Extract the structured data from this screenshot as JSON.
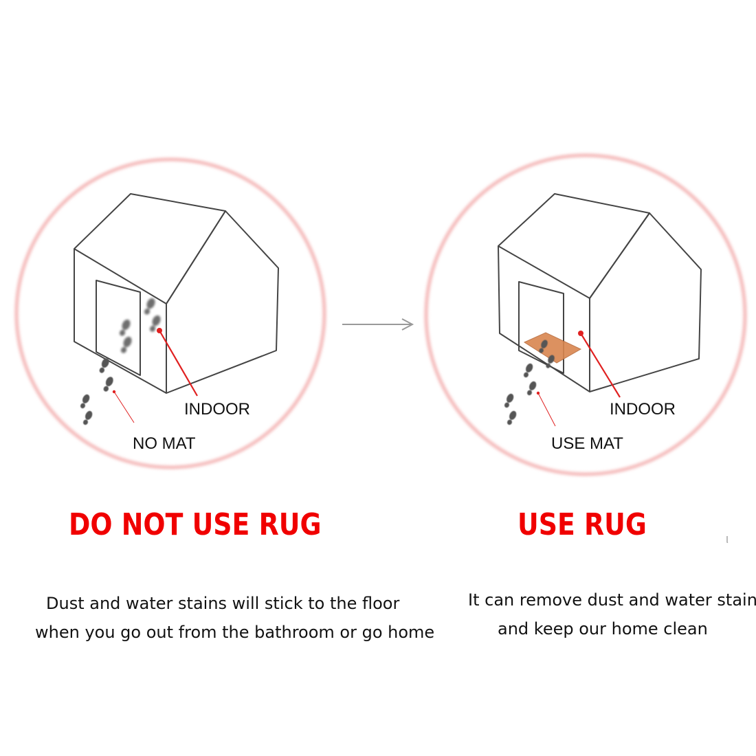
{
  "panels": {
    "left": {
      "indoor_label": "INDOOR",
      "mat_label": "NO MAT",
      "headline": "DO NOT USE RUG",
      "description": [
        "Dust and water stains will stick to the floor",
        "when you go out from the bathroom or go home"
      ]
    },
    "right": {
      "indoor_label": "INDOOR",
      "mat_label": "USE MAT",
      "headline": "USE RUG",
      "description": [
        "It can remove dust and water stains",
        "and keep our home clean"
      ]
    }
  },
  "colors": {
    "headline": "#f00000",
    "pointer_line": "#e02020",
    "circle_ring": "#f4b8b8",
    "house_stroke": "#444444",
    "mat_fill": "#d9864f",
    "footprint": "#555555",
    "arrow": "#999999"
  },
  "icons": {
    "house": "house-outline-icon",
    "footprint": "footprint-icon",
    "arrow": "right-arrow-icon",
    "mat": "door-mat-icon"
  }
}
